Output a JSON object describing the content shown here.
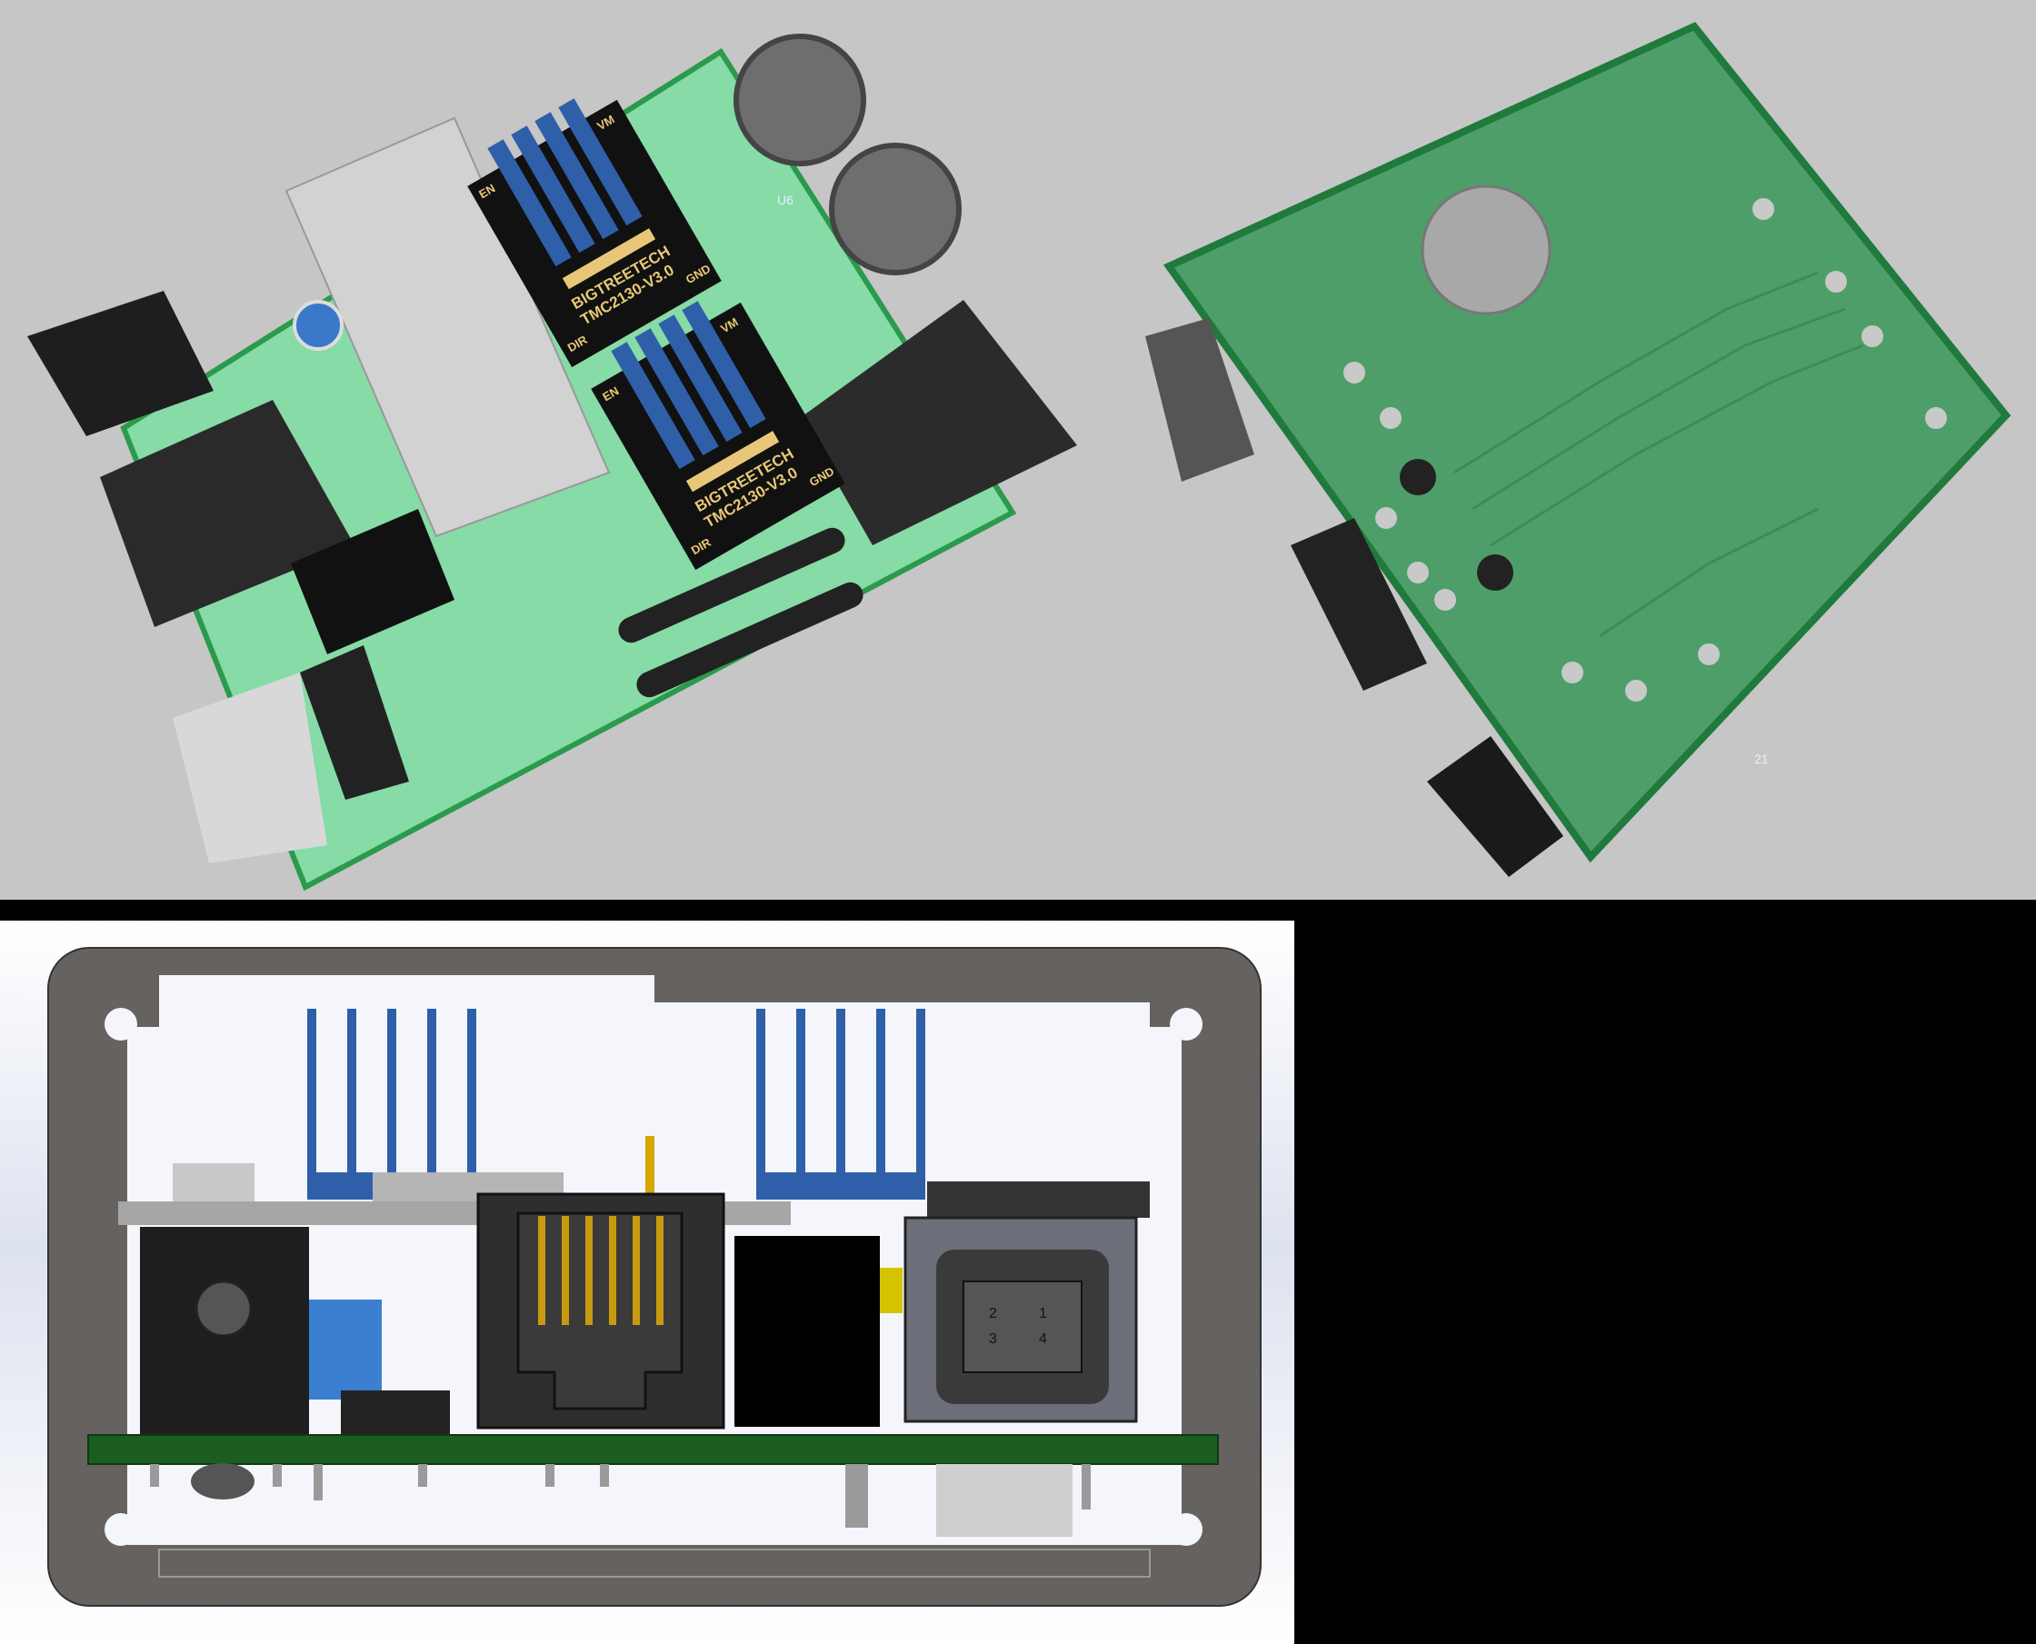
{
  "panels": {
    "top_view": {
      "drivers": [
        {
          "brand": "BIGTREETECH",
          "model": "TMC2130-V3.0",
          "pin_en": "EN",
          "pin_dir": "DIR",
          "pin_gnd": "GND",
          "pin_vm": "VM"
        },
        {
          "brand": "BIGTREETECH",
          "model": "TMC2130-V3.0",
          "pin_en": "EN",
          "pin_dir": "DIR",
          "pin_gnd": "GND",
          "pin_vm": "VM"
        }
      ],
      "silk_u6": "U6"
    },
    "bottom_view": {
      "silk_21": "21"
    },
    "side_view": {
      "usb_pins": [
        "2",
        "1",
        "3",
        "4"
      ]
    }
  },
  "colors": {
    "background_gray": "#c6c6c6",
    "board_light": "#86dba6",
    "board_dark": "#4e9e6a",
    "heatsink": "#2f5fa8",
    "enclosure": "#66625f"
  }
}
